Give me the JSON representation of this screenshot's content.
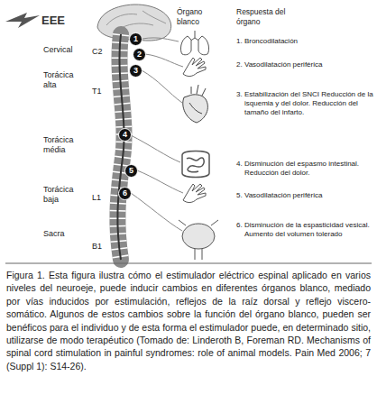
{
  "diagram": {
    "caption": "Figura 1. Esta figura ilustra cómo el estimulador eléctrico espinal aplicado en varios niveles del neuroeje, puede inducir cambios en diferentes órganos blanco, mediado por vías inducidos por estimulación, reflejos de la raíz dorsal y reflejo viscero-somático. Algunos de estos cambios sobre la función del órgano blanco, pueden ser benéficos para el individuo y de esta forma el estimulador puede, en determinado sitio, utilizarse de modo terapéutico (Tomado de: Linderoth B, Foreman RD. Mechanisms of spinal cord stimulation in painful syndromes: role of animal models. Pain Med 2006; 7 (Suppl 1): S14-26).",
    "nodes": [
      {
        "text": [
          "1"
        ]
      },
      {
        "text": [
          "2"
        ]
      },
      {
        "text": [
          "3"
        ]
      },
      {
        "text": [
          "4"
        ]
      },
      {
        "text": [
          "5"
        ]
      },
      {
        "text": [
          "6"
        ]
      }
    ],
    "labels": [
      "EEE",
      "Órgano blanco",
      "Respuesta del órgano",
      "Cervical",
      "C2",
      "Torácica alta",
      "T1",
      "Torácica média",
      "Torácica baja",
      "L1",
      "Sacra",
      "B1",
      "1. Broncodilatación",
      "2. Vasodilatación periférica",
      "3. Estabilización del SNCI Reducción de la isquemia y del dolor. Reducción del tamaño del infarto.",
      "4. Disminución del espasmo intestinal. Reducción del dolor.",
      "5. Vasodilatación periférica",
      "6. Disminución de la espasticidad vesical. Aumento del volumen tolerado"
    ]
  }
}
